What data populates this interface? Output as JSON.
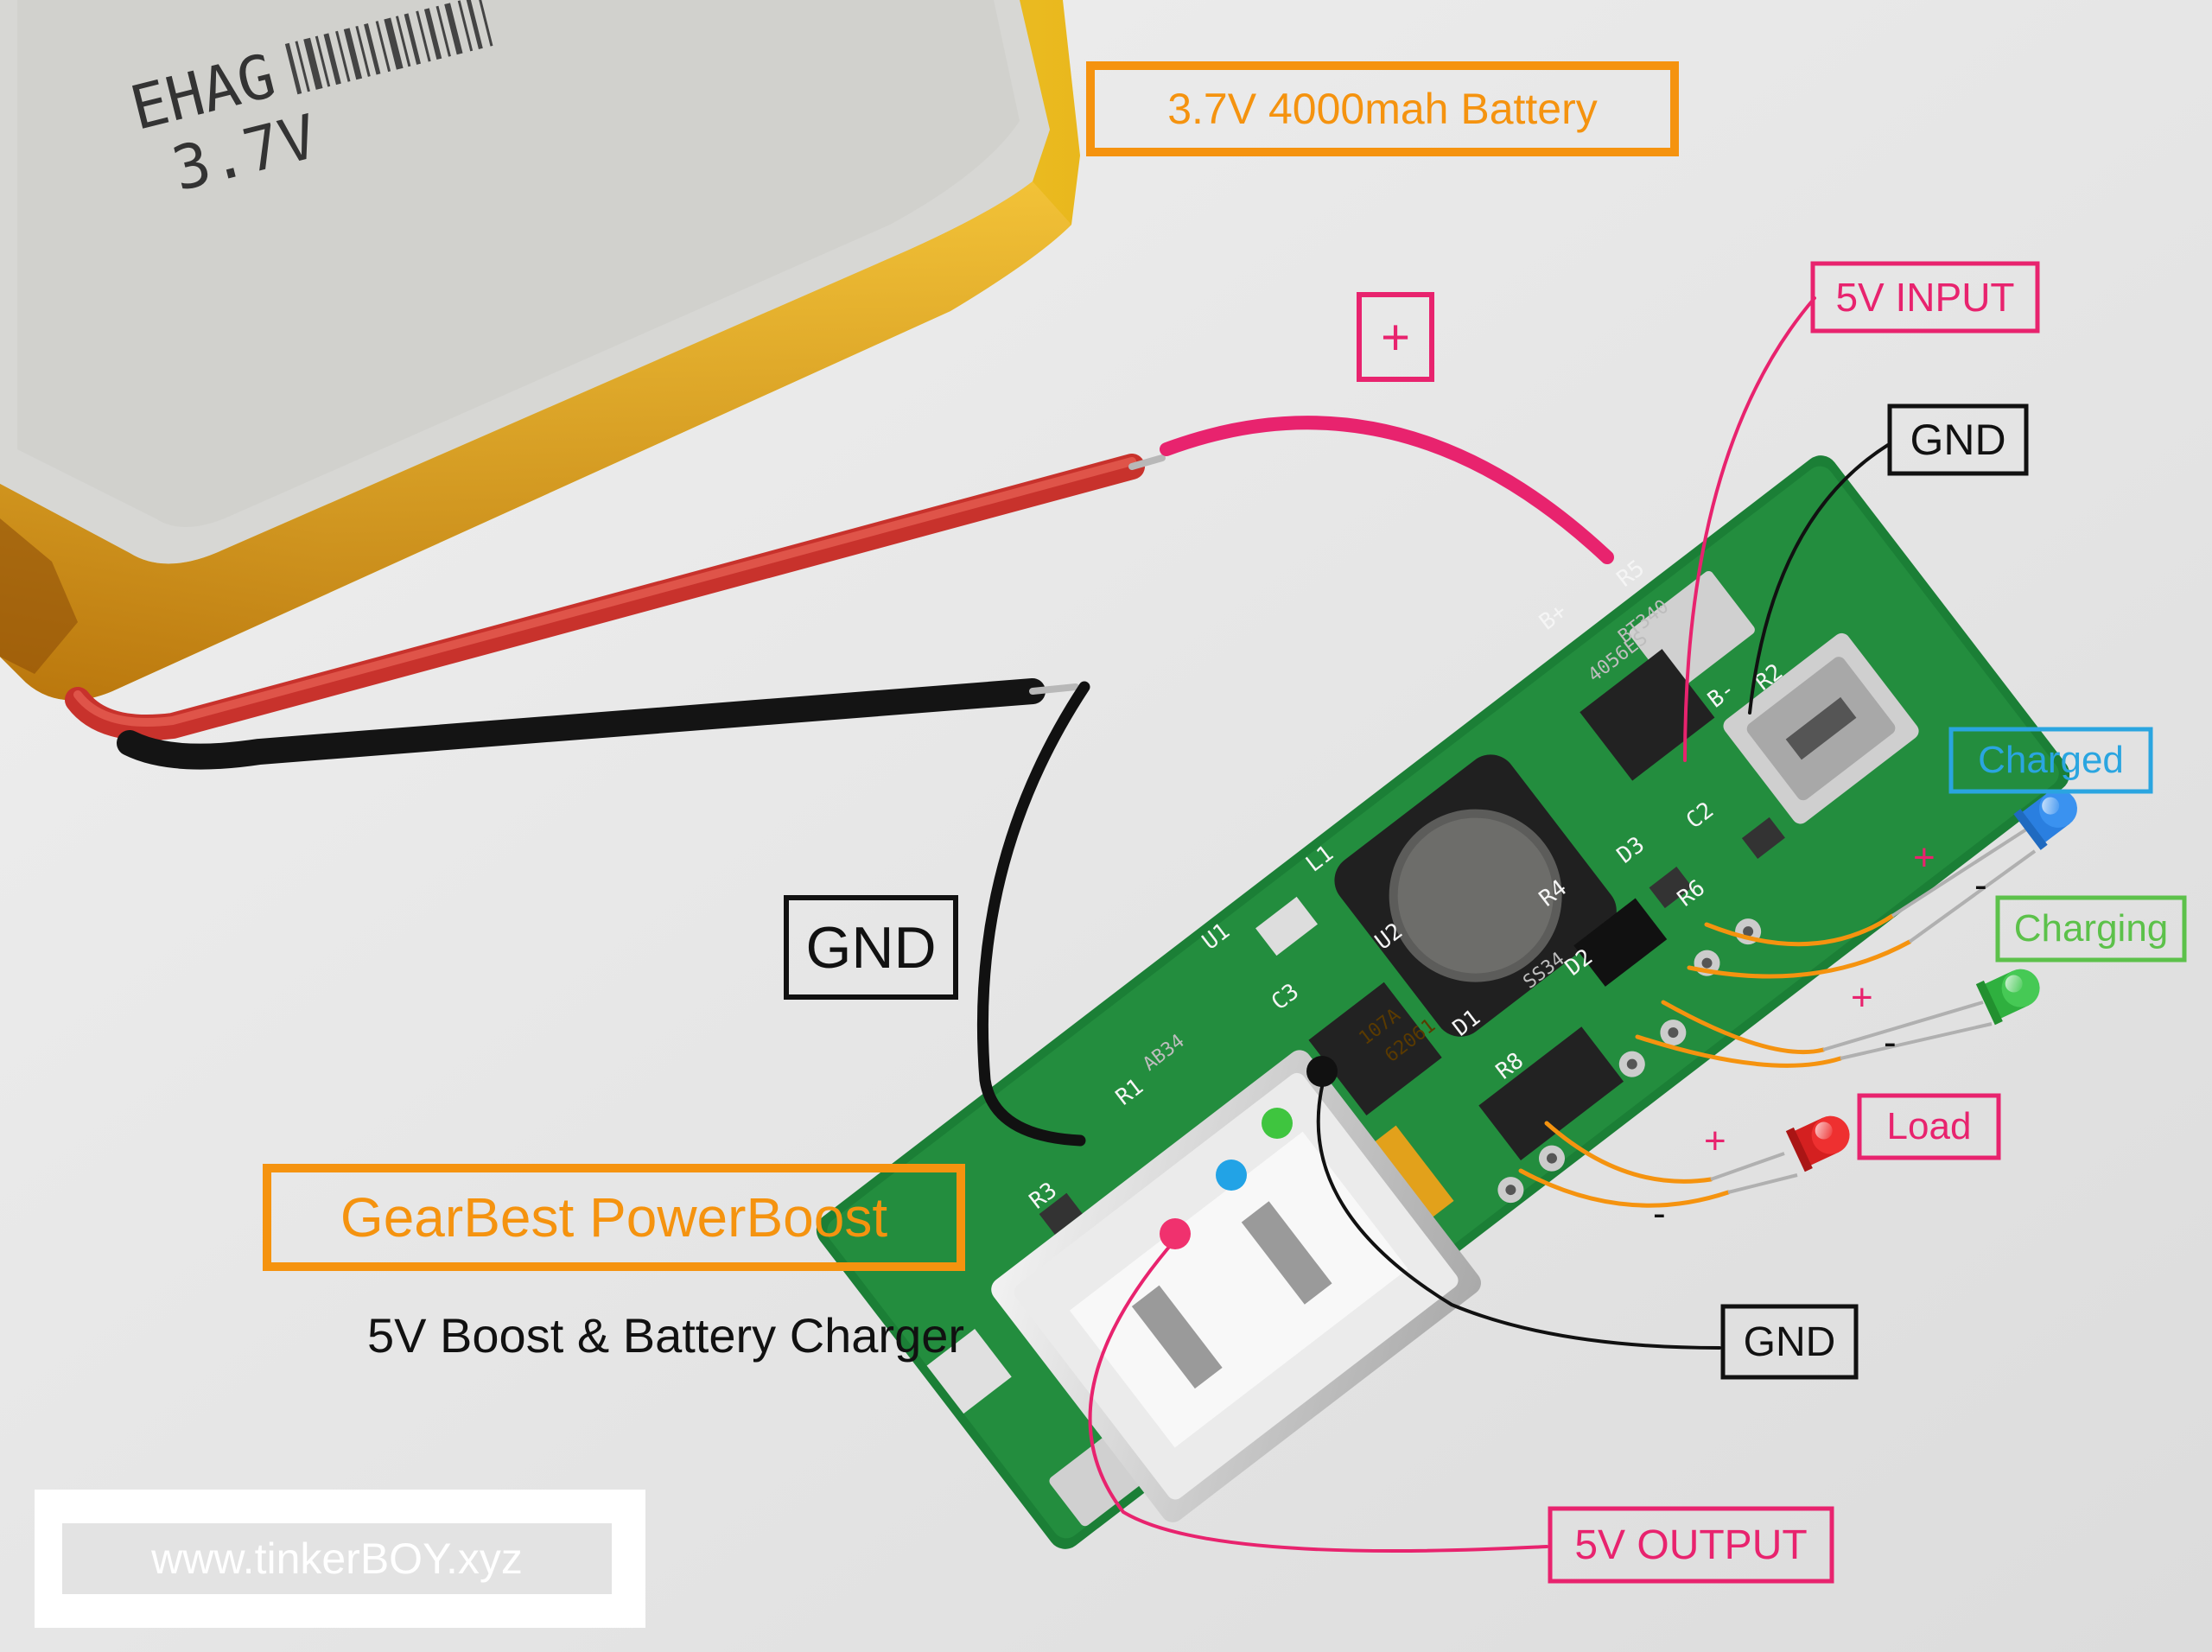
{
  "battery": {
    "printed": [
      "EHAG",
      "3.7V"
    ]
  },
  "labels": {
    "battery_title": "3.7V 4000mah Battery",
    "plus": "+",
    "input": "5V INPUT",
    "gnd_top": "GND",
    "gnd_left": "GND",
    "charged": "Charged",
    "charging": "Charging",
    "load": "Load",
    "gnd_bottom": "GND",
    "output": "5V OUTPUT",
    "product_name": "GearBest PowerBoost",
    "subtitle": "5V Boost & Battery Charger",
    "website": "www.tinkerBOY.xyz"
  },
  "led_polarity": {
    "charged_plus": "+",
    "charged_minus": "-",
    "charging_plus": "+",
    "charging_minus": "-",
    "load_plus": "+",
    "load_minus": "-"
  },
  "pcb": {
    "silkscreen": [
      "B+",
      "B-",
      "R5",
      "R2",
      "R1",
      "R4",
      "R6",
      "R8",
      "R3",
      "D1",
      "D2",
      "D3",
      "L1",
      "U1",
      "U2",
      "C2",
      "C3"
    ],
    "chips": [
      "4056ES",
      "BT340",
      "SS34",
      "107A",
      "62061",
      "AB34"
    ]
  },
  "colors": {
    "background": "#e9e9e9",
    "orange": "#f5930f",
    "magenta": "#e8236e",
    "blue": "#2aa5e0",
    "green": "#5cc14a",
    "black": "#111111",
    "pcb": "#1f8a3a",
    "battery_foil": "#f2c524"
  },
  "markers": {
    "pink": "#f0316e",
    "blue": "#22a3e6",
    "green": "#3fc53f",
    "black": "#111111"
  }
}
